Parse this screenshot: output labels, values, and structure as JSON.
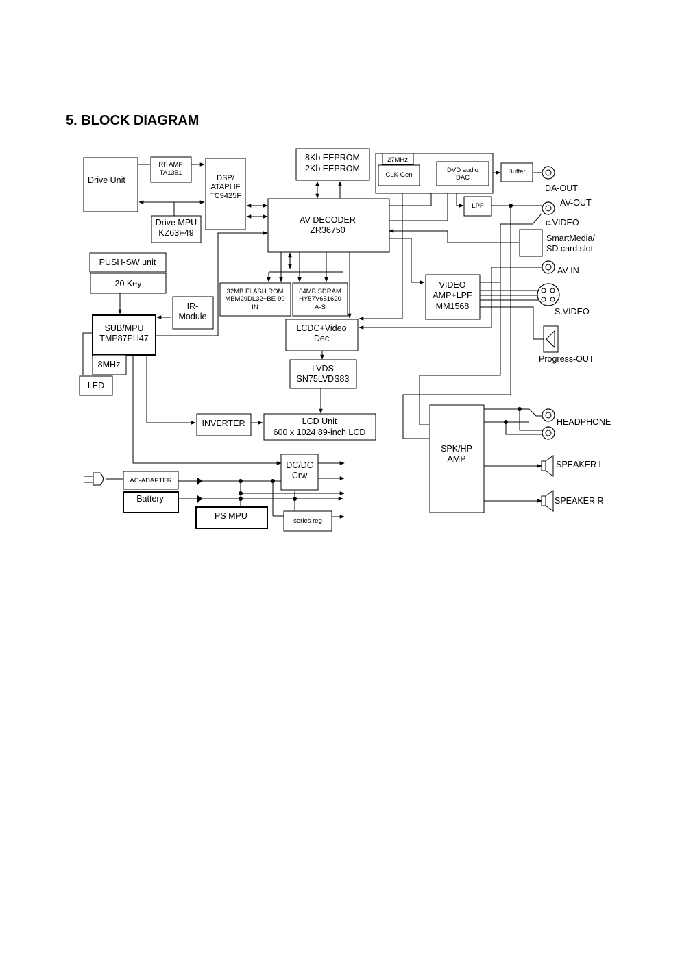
{
  "page": {
    "title": "5. BLOCK DIAGRAM"
  },
  "blocks": {
    "drive_unit": "Drive Unit",
    "rf_amp": [
      "RF AMP",
      "TA1351"
    ],
    "dsp": [
      "DSP/",
      "ATAPI IF",
      "TC9425F"
    ],
    "drive_mpu": [
      "Drive MPU",
      "KZ63F49"
    ],
    "eeprom": [
      "8Kb EEPROM",
      "2Kb EEPROM"
    ],
    "osc_27": "27MHz",
    "clk_gen": "CLK Gen",
    "dvd_dac": [
      "DVD audio",
      "DAC"
    ],
    "buffer": "Buffer",
    "lpf": "LPF",
    "av_decoder": [
      "AV DECODER",
      "ZR36750"
    ],
    "push_sw": "PUSH-SW unit",
    "key20": "20 Key",
    "ir_module": [
      "IR-",
      "Module"
    ],
    "sub_mpu": [
      "SUB/MPU",
      "TMP87PH47"
    ],
    "osc_8": "8MHz",
    "led": "LED",
    "flash": [
      "32MB FLASH ROM",
      "MBM29DL32+BE-90",
      "IN"
    ],
    "sdram": [
      "64MB SDRAM",
      "HY57V651620",
      "A-S"
    ],
    "smartmedia": [
      "SmartMedia/",
      "SD card slot"
    ],
    "video_amp": [
      "VIDEO",
      "AMP+LPF",
      "MM1568"
    ],
    "lcdc": [
      "LCDC+Video",
      "Dec"
    ],
    "lvds": [
      "LVDS",
      "SN75LVDS83"
    ],
    "inverter": "INVERTER",
    "lcd_unit": [
      "LCD Unit",
      "600 x 1024 89-inch LCD"
    ],
    "spk_amp": [
      "SPK/HP",
      "AMP"
    ],
    "dcdc": [
      "DC/DC",
      "Crw"
    ],
    "ac_adapter": "AC-ADAPTER",
    "battery": "Battery",
    "ps_mpu": "PS MPU",
    "series_reg": "series reg"
  },
  "terminals": {
    "da_out": "DA-OUT",
    "av_out": "AV-OUT",
    "c_video": "c.VIDEO",
    "av_in": "AV-IN",
    "s_video": "S.VIDEO",
    "progress_out": "Progress-OUT",
    "headphone": "HEADPHONE",
    "speaker_l": "SPEAKER L",
    "speaker_r": "SPEAKER R"
  }
}
